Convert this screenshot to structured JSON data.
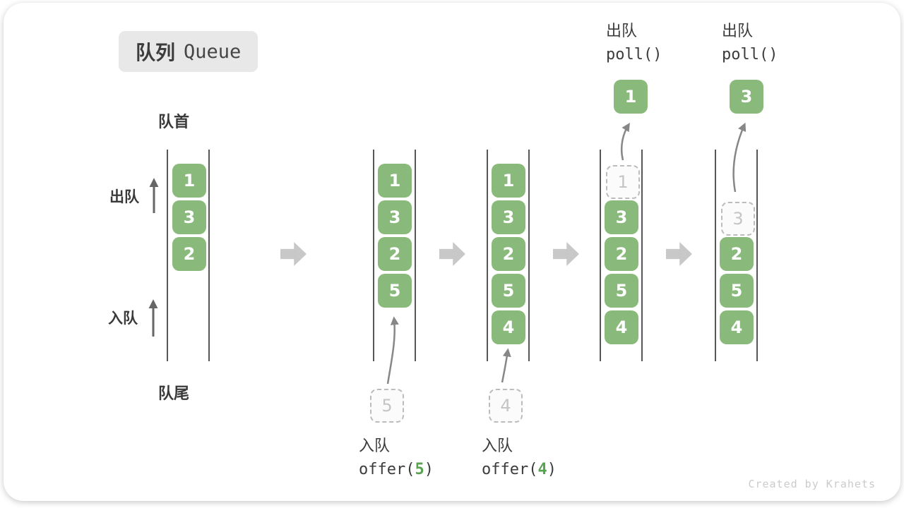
{
  "title": {
    "badge_zh": "队列",
    "badge_en": "Queue"
  },
  "labels": {
    "front": "队首",
    "rear": "队尾",
    "dequeue_side": "出队",
    "enqueue_side": "入队"
  },
  "poll_ops": [
    {
      "label_zh": "出队",
      "code": "poll()",
      "result": "1"
    },
    {
      "label_zh": "出队",
      "code": "poll()",
      "result": "3"
    }
  ],
  "offer_ops": [
    {
      "label_zh": "入队",
      "code_open": "offer(",
      "arg": "5",
      "code_close": ")"
    },
    {
      "label_zh": "入队",
      "code_open": "offer(",
      "arg": "4",
      "code_close": ")"
    }
  ],
  "states": [
    {
      "cells": [
        "1",
        "3",
        "2"
      ]
    },
    {
      "cells": [
        "1",
        "3",
        "2",
        "5"
      ],
      "incoming": "5"
    },
    {
      "cells": [
        "1",
        "3",
        "2",
        "5",
        "4"
      ],
      "incoming": "4"
    },
    {
      "ghost": "1",
      "cells": [
        "3",
        "2",
        "5",
        "4"
      ],
      "outgoing": "1"
    },
    {
      "ghost": "3",
      "cells": [
        "2",
        "5",
        "4"
      ],
      "outgoing": "3"
    }
  ],
  "footer": "Created by Krahets",
  "colors": {
    "cell_green": "#89b97b",
    "arg_green": "#57a34f",
    "block_arrow_gray": "#c8c8c8",
    "wall_gray": "#565656",
    "badge_bg": "#e8e8e8"
  }
}
